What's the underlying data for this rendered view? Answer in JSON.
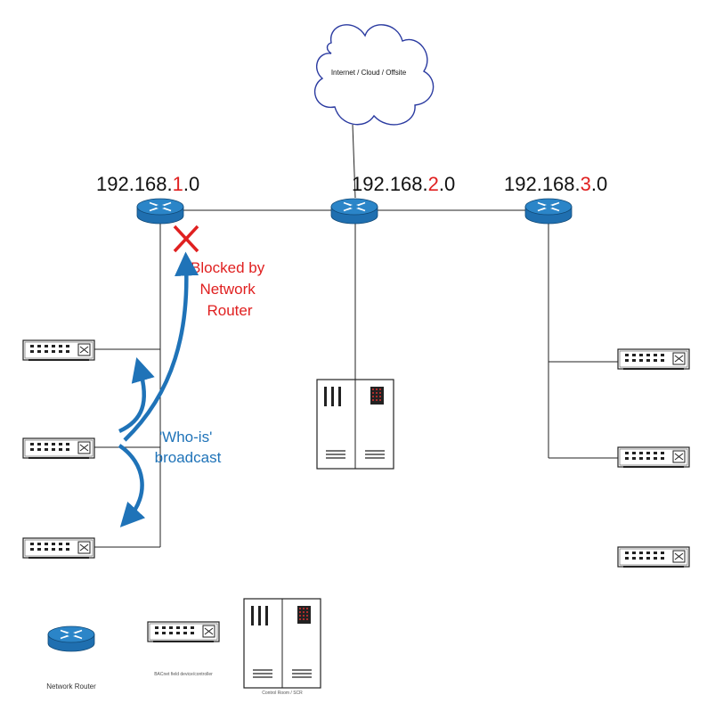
{
  "cloud": {
    "label": "Internet / Cloud / Offsite"
  },
  "networks": [
    {
      "prefix": "192.168.",
      "octet": "1",
      "suffix": ".0"
    },
    {
      "prefix": "192.168.",
      "octet": "2",
      "suffix": ".0"
    },
    {
      "prefix": "192.168.",
      "octet": "3",
      "suffix": ".0"
    }
  ],
  "blocked": {
    "lines": [
      "Blocked by",
      "Network",
      "Router"
    ]
  },
  "broadcast": {
    "lines": [
      "'Who-is'",
      "broadcast"
    ]
  },
  "legend": {
    "router_label": "Network Router",
    "device_label": "BACnet field device/controller",
    "server_label": "Control Room / SCR"
  },
  "colors": {
    "router_body": "#1f6fb0",
    "router_top": "#2b85c8",
    "blocked": "#e02020",
    "broadcast_arrow": "#1f73b8",
    "server_led": "#d83030"
  },
  "icons": [
    "cloud-icon",
    "router-icon",
    "switch-icon",
    "server-rack-icon",
    "blocked-x-icon",
    "broadcast-arrow-icon"
  ]
}
